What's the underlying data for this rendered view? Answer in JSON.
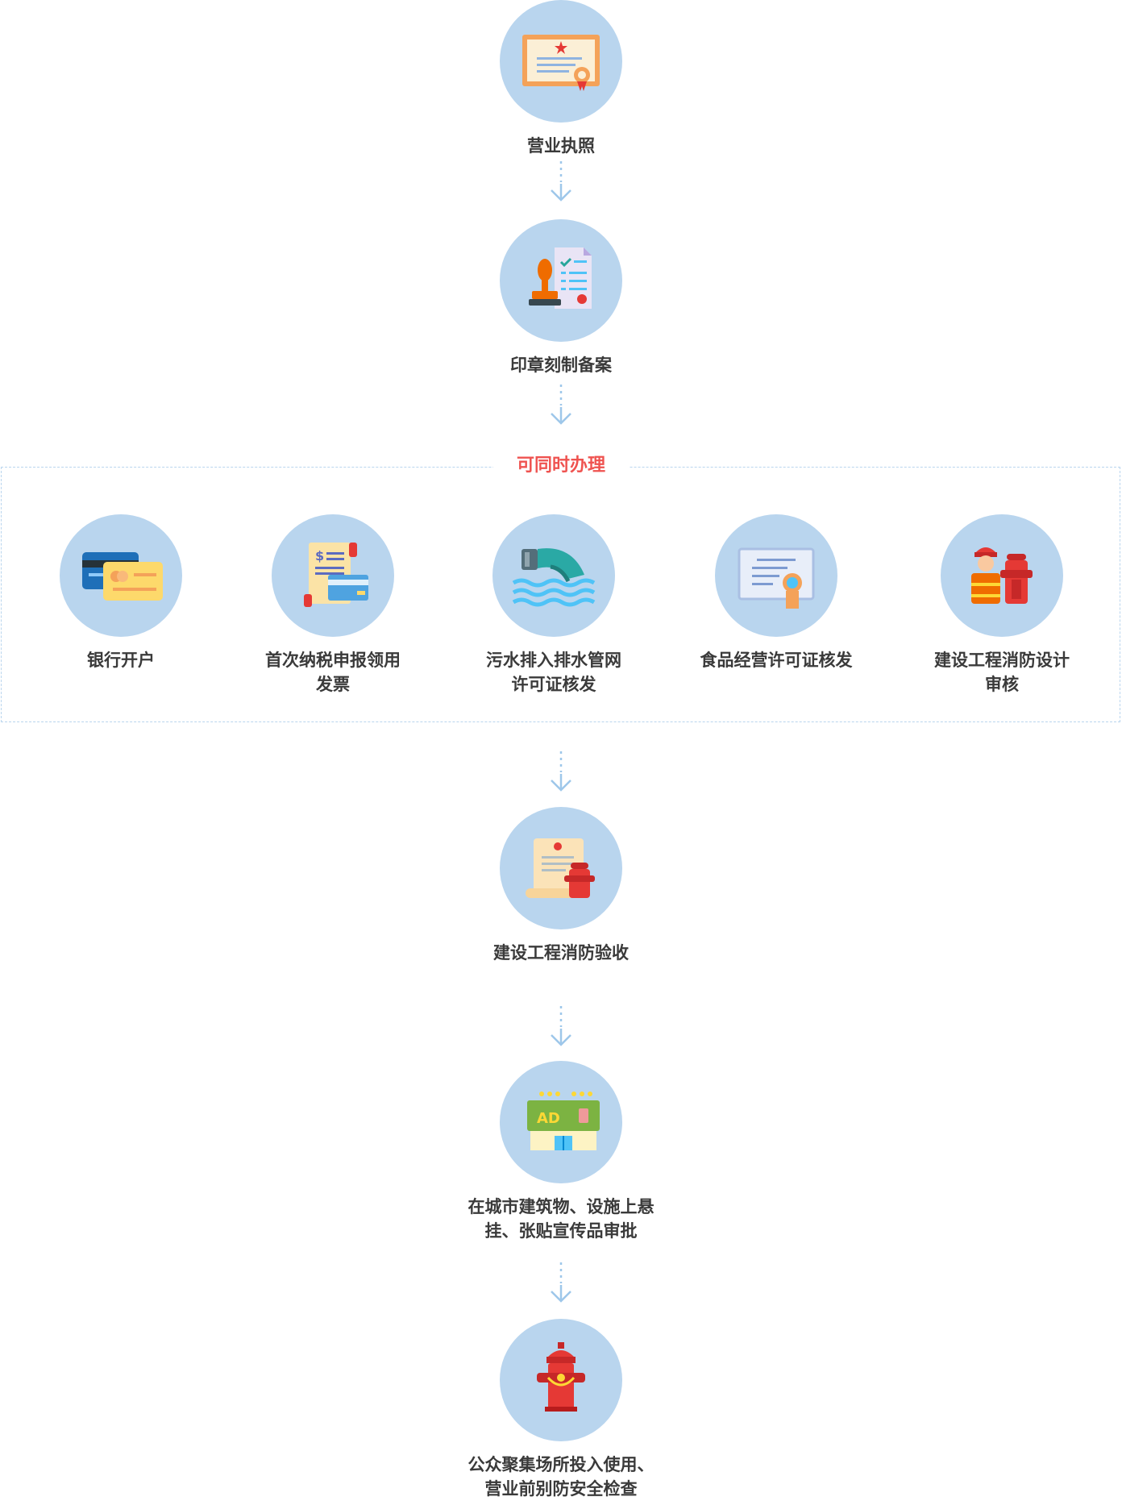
{
  "steps": {
    "business_license": {
      "label": [
        "营业执照"
      ],
      "icon": "certificate-icon"
    },
    "seal_engraving": {
      "label": [
        "印章刻制备案"
      ],
      "icon": "stamp-document-icon"
    },
    "fire_acceptance": {
      "label": [
        "建设工程消防验收"
      ],
      "icon": "scroll-hydrant-icon"
    },
    "outdoor_ad": {
      "label": [
        "在城市建筑物、设施上悬",
        "挂、张贴宣传品审批"
      ],
      "icon": "billboard-shop-icon"
    },
    "public_venue": {
      "label": [
        "公众聚集场所投入使用、",
        "营业前别防安全检查"
      ],
      "icon": "fire-hydrant-icon"
    }
  },
  "parallel": {
    "title": "可同时办理",
    "items": [
      {
        "label": [
          "银行开户"
        ],
        "icon": "bank-cards-icon"
      },
      {
        "label": [
          "首次纳税申报领用",
          "发票"
        ],
        "icon": "invoice-card-icon"
      },
      {
        "label": [
          "污水排入排水管网",
          "许可证核发"
        ],
        "icon": "sewage-pipe-icon"
      },
      {
        "label": [
          "食品经营许可证核发"
        ],
        "icon": "food-license-icon"
      },
      {
        "label": [
          "建设工程消防设计",
          "审核"
        ],
        "icon": "firefighter-hydrant-icon"
      }
    ]
  },
  "colors": {
    "circle": "#b9d5ee",
    "arrow": "#9ec7ea",
    "dashed_border": "#b9d5ee",
    "parallel_title": "#ef5350",
    "text": "#3a3a3a"
  }
}
